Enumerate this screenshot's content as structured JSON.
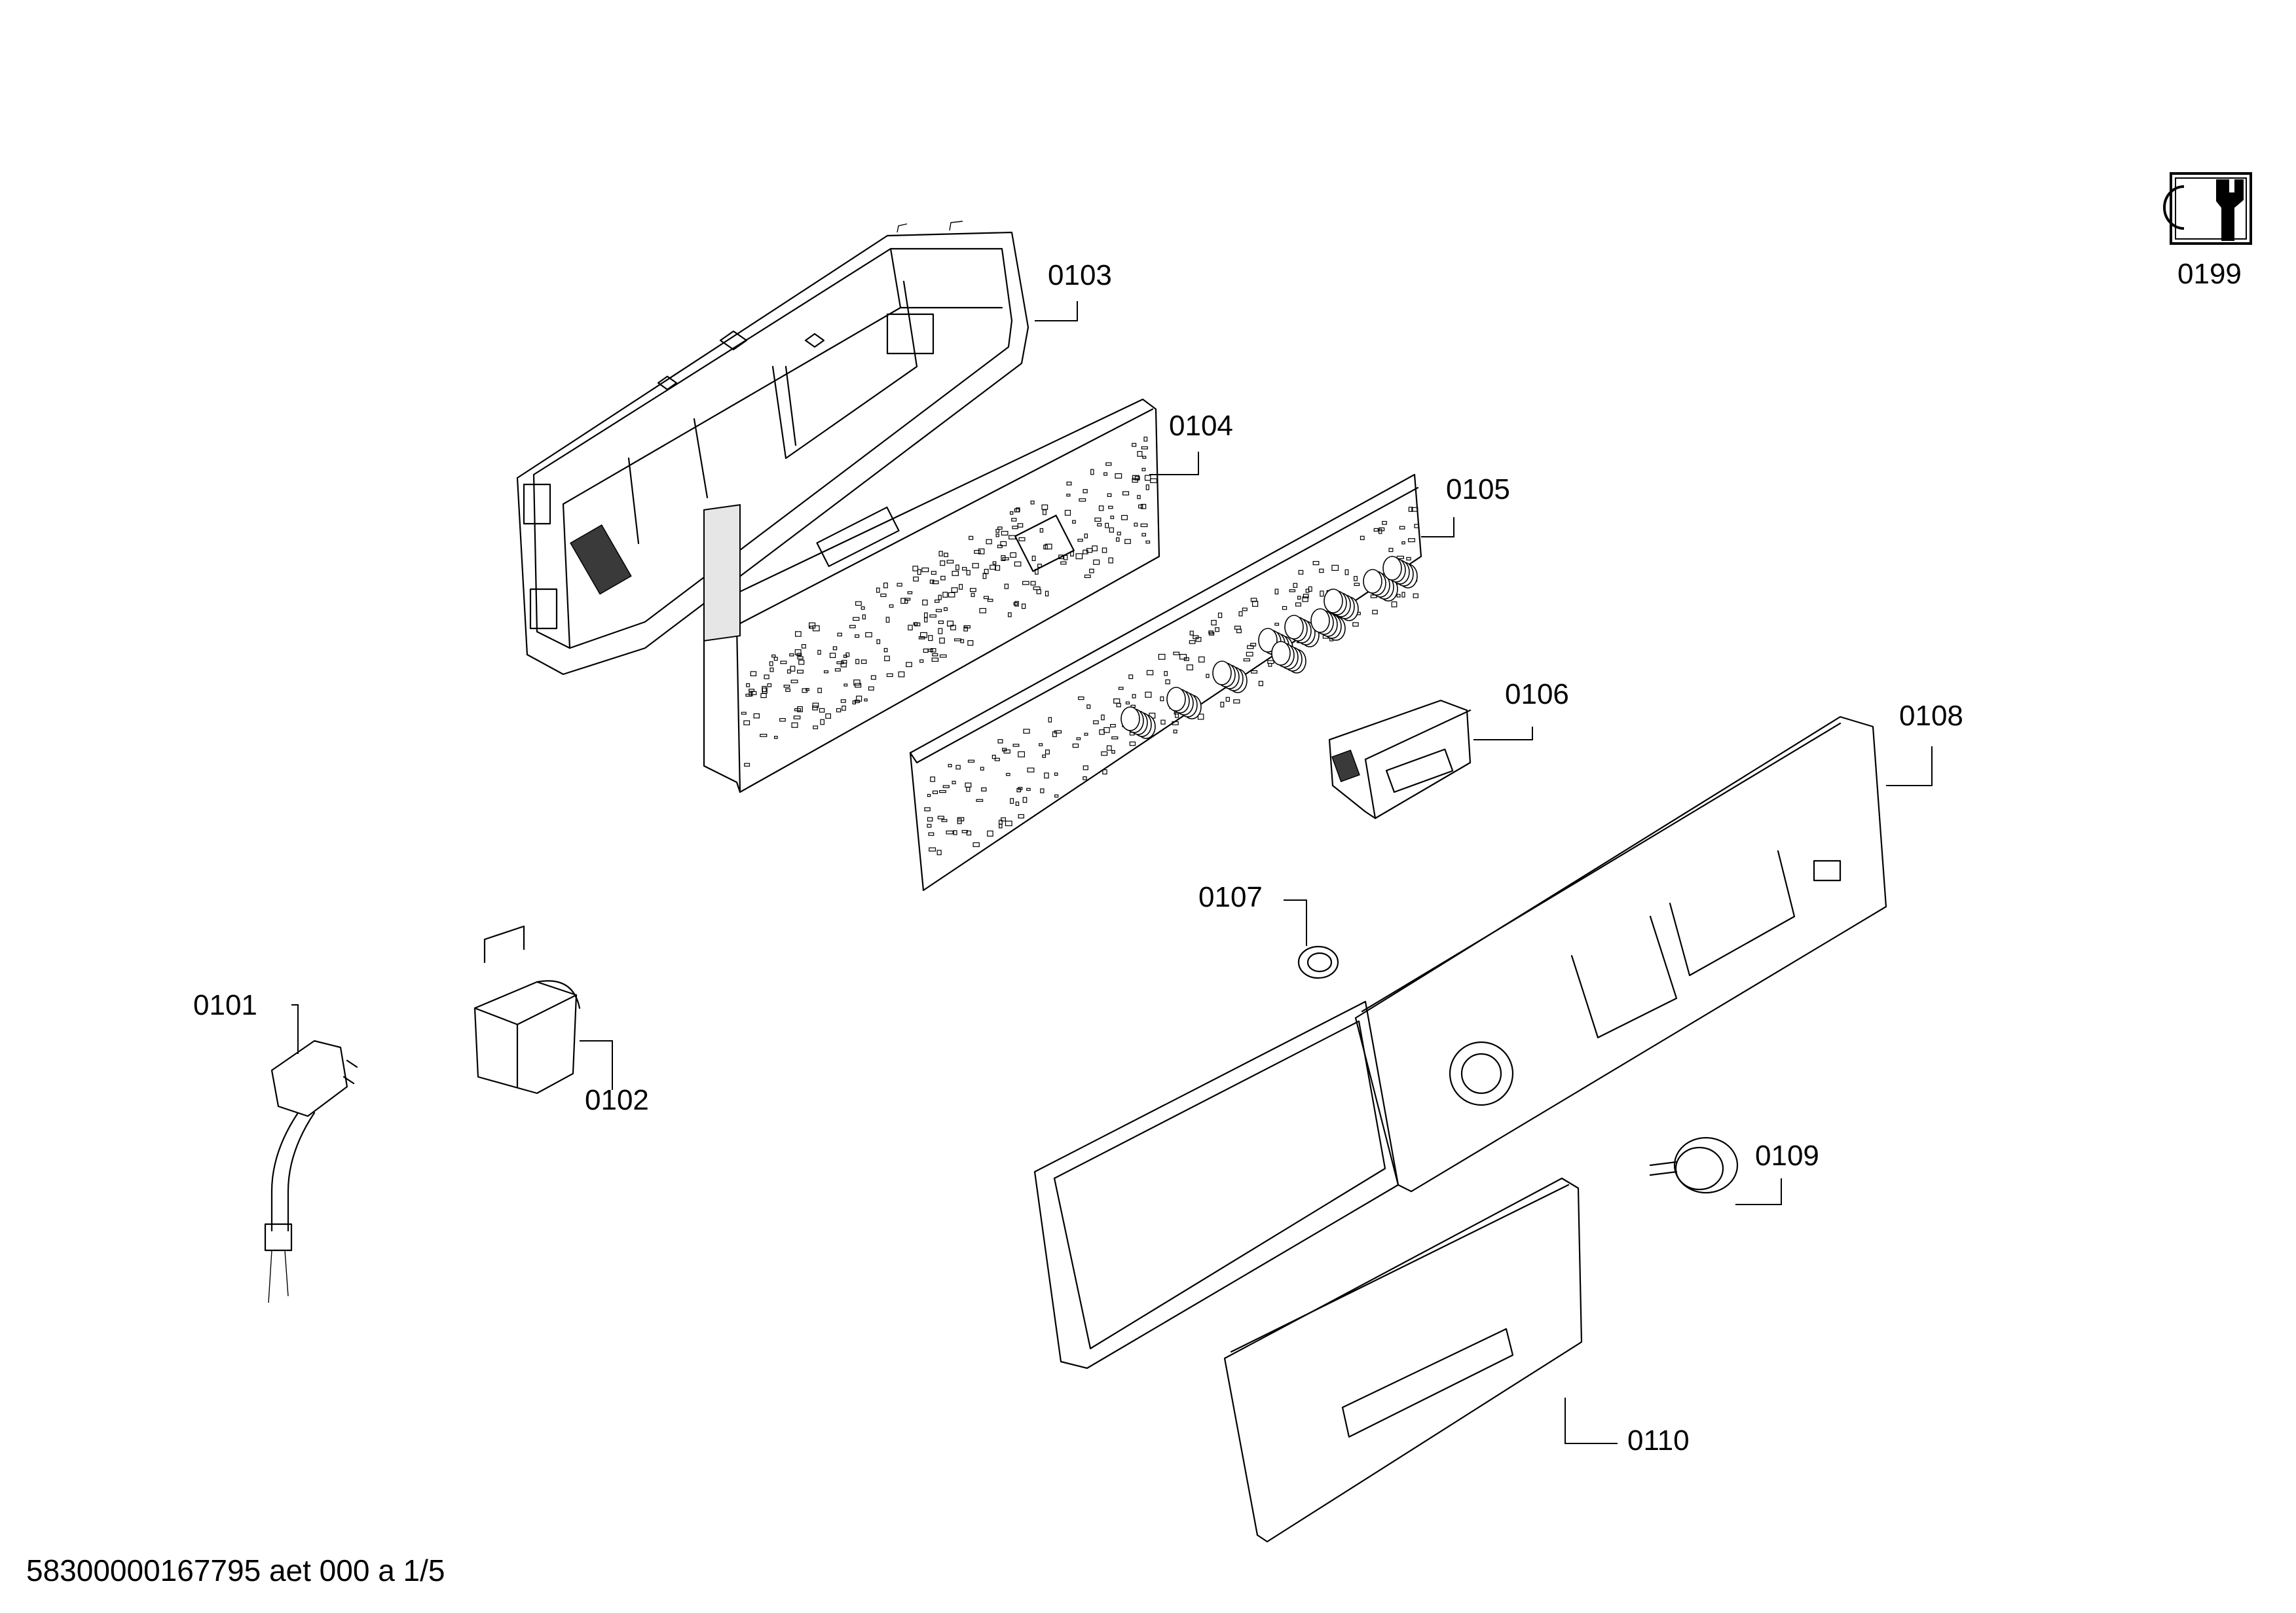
{
  "parts": [
    {
      "id": "0101",
      "name": "mains-cable-plug"
    },
    {
      "id": "0102",
      "name": "interference-suppressor"
    },
    {
      "id": "0103",
      "name": "module-housing"
    },
    {
      "id": "0104",
      "name": "power-module-pcb"
    },
    {
      "id": "0105",
      "name": "control-module-pcb"
    },
    {
      "id": "0106",
      "name": "display-module"
    },
    {
      "id": "0107",
      "name": "light-guide"
    },
    {
      "id": "0108",
      "name": "fascia-panel"
    },
    {
      "id": "0109",
      "name": "selector-knob"
    },
    {
      "id": "0110",
      "name": "detergent-drawer-handle"
    }
  ],
  "service_icon": {
    "id": "0199",
    "icon": "wrench-service-icon"
  },
  "footer": {
    "text": "58300000167795 aet 000 a 1/5"
  }
}
